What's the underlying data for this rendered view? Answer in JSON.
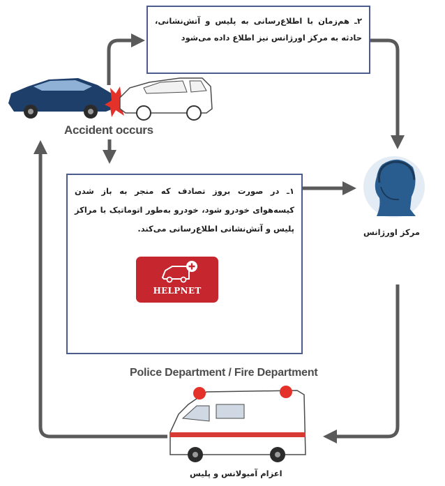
{
  "steps": {
    "step1": "۱ـ در صورت بروز تصادف که منجر به باز شدن کیسه‌هوای خودرو شود، خودرو به‌طور اتوماتیک با مراکز پلیس و آتش‌نشانی اطلاع‌رسانی می‌کند.",
    "step2": "۲ـ هم‌زمان با اطلاع‌رسانی به پلیس و آتش‌نشانی، حادثه به مرکز اورژانس نیز اطلاع داده می‌شود"
  },
  "labels": {
    "accident": "Accident occurs",
    "departments": "Police Department / Fire Department",
    "emergency_center": "مرکز اورژانس",
    "ambulance_police": "اعزام آمبولانس و پلیس"
  },
  "helpnet": {
    "text": "HELPNET"
  },
  "colors": {
    "arrow": "#5a5a5a",
    "box_border": "#4a5b8c",
    "helpnet_red": "#c6262e",
    "car_blue": "#1f3f6b",
    "operator_blue": "#2a5d8f"
  },
  "icons": [
    "car-crash-icon",
    "operator-headset-icon",
    "ambulance-icon",
    "helpnet-ambulance-icon"
  ]
}
